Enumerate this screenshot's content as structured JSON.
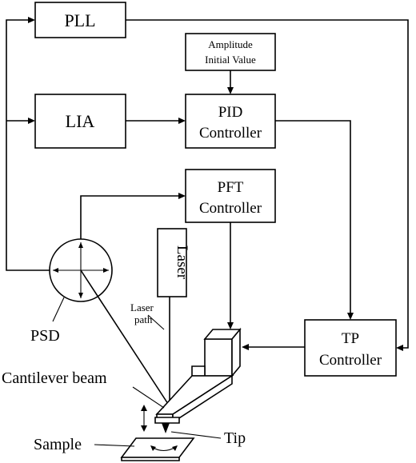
{
  "blocks": {
    "pll": "PLL",
    "lia": "LIA",
    "amplitude_line1": "Amplitude",
    "amplitude_line2": "Initial Value",
    "pid_line1": "PID",
    "pid_line2": "Controller",
    "pft_line1": "PFT",
    "pft_line2": "Controller",
    "tp_line1": "TP",
    "tp_line2": "Controller",
    "laser": "Laser"
  },
  "labels": {
    "psd": "PSD",
    "laser_path_line1": "Laser",
    "laser_path_line2": "path",
    "cantilever_beam": "Cantilever beam",
    "sample": "Sample",
    "tip": "Tip"
  }
}
